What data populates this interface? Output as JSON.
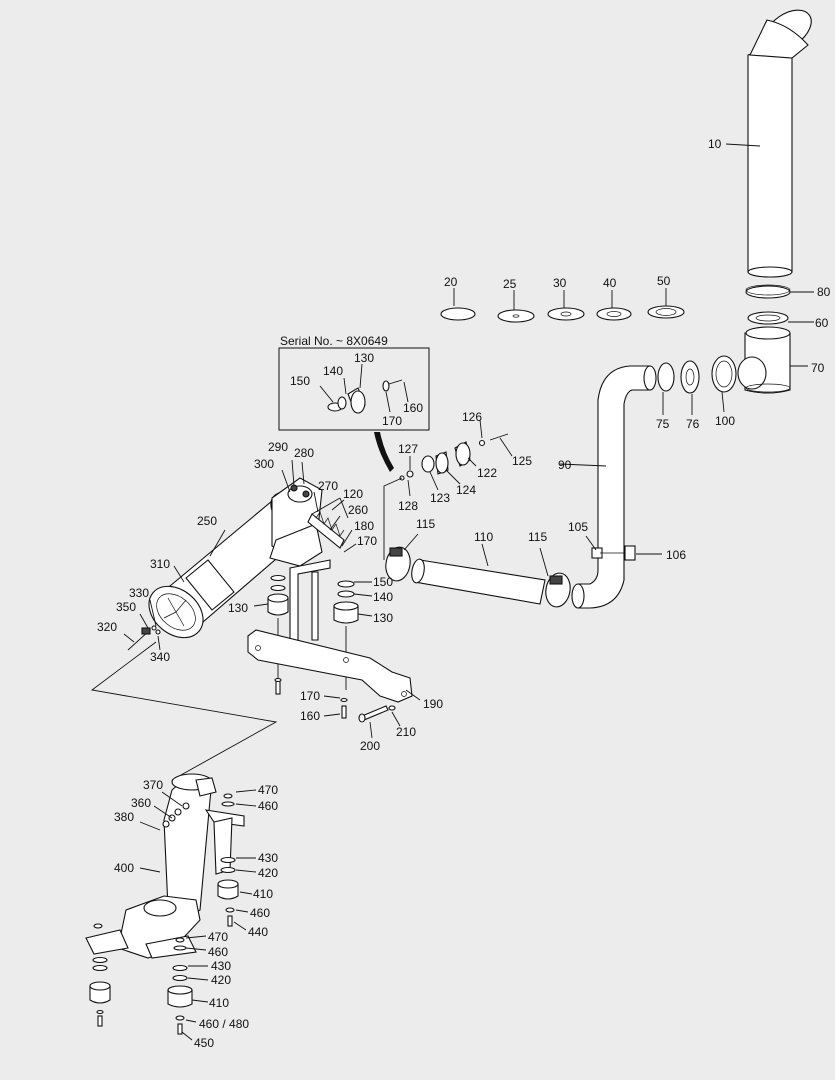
{
  "colors": {
    "background": "#ececec",
    "ink": "#111111",
    "part_fill": "#ffffff"
  },
  "inset": {
    "title": "Serial No. ~ 8X0649"
  },
  "callouts": {
    "c10": "10",
    "c20": "20",
    "c25": "25",
    "c30": "30",
    "c40": "40",
    "c50": "50",
    "c60": "60",
    "c70": "70",
    "c75": "75",
    "c76": "76",
    "c80": "80",
    "c90": "90",
    "c100": "100",
    "c105": "105",
    "c106": "106",
    "c110": "110",
    "c115a": "115",
    "c115b": "115",
    "c120": "120",
    "c122": "122",
    "c123": "123",
    "c124": "124",
    "c125": "125",
    "c126": "126",
    "c127": "127",
    "c128": "128",
    "c130_inset": "130",
    "c130a": "130",
    "c130b": "130",
    "c140_inset": "140",
    "c140": "140",
    "c150_inset": "150",
    "c150": "150",
    "c160_inset": "160",
    "c160": "160",
    "c170_inset": "170",
    "c170a": "170",
    "c170b": "170",
    "c180": "180",
    "c190": "190",
    "c200": "200",
    "c210": "210",
    "c250": "250",
    "c260": "260",
    "c270": "270",
    "c280": "280",
    "c290": "290",
    "c300": "300",
    "c310": "310",
    "c320": "320",
    "c330": "330",
    "c340": "340",
    "c350": "350",
    "c360": "360",
    "c370": "370",
    "c380": "380",
    "c400": "400",
    "c410a": "410",
    "c410b": "410",
    "c420a": "420",
    "c420b": "420",
    "c430a": "430",
    "c430b": "430",
    "c440": "440",
    "c450": "450",
    "c460a": "460",
    "c460b": "460",
    "c460c": "460",
    "c460_480": "460 / 480",
    "c470a": "470",
    "c470b": "470"
  }
}
